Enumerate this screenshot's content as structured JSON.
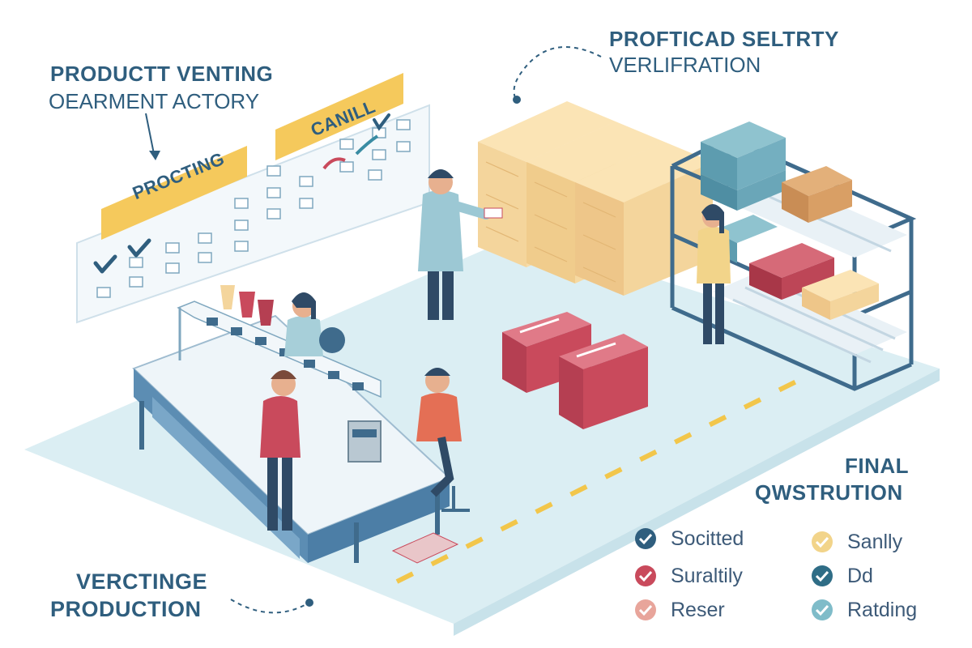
{
  "headings": {
    "top_left_title": "PRODUCTT VENTING",
    "top_left_subtitle": "OEARMENT ACTORY",
    "top_right_title": "PROFTICAD SELTRTY",
    "top_right_subtitle": "VERLIFRATION",
    "bottom_left_line1": "VERCTINGE",
    "bottom_left_line2": "PRODUCTION",
    "bottom_right_line1": "FINAL",
    "bottom_right_line2": "QWSTRUTION"
  },
  "board": {
    "tag_left": "PROCTING",
    "tag_right": "CANILL"
  },
  "legend": {
    "items": [
      {
        "label": "Socitted",
        "icon": "check-circle-icon",
        "color": "#2f5e7e"
      },
      {
        "label": "Suraltily",
        "icon": "check-circle-icon",
        "color": "#c94a5c"
      },
      {
        "label": "Reser",
        "icon": "check-circle-icon",
        "color": "#e8a59b"
      },
      {
        "label": "Sanlly",
        "icon": "check-circle-icon",
        "color": "#f2d48a"
      },
      {
        "label": "Dd",
        "icon": "check-circle-icon",
        "color": "#2f6d86"
      },
      {
        "label": "Ratding",
        "icon": "check-circle-icon",
        "color": "#7fbcc9"
      }
    ]
  },
  "colors": {
    "navy_text": "#2f5e7e",
    "floor": "#dbeef3",
    "box_tan": "#f4d59c",
    "box_red": "#c94a5c",
    "tag_yellow": "#f5c95c",
    "desk_blue": "#5c8db3"
  }
}
